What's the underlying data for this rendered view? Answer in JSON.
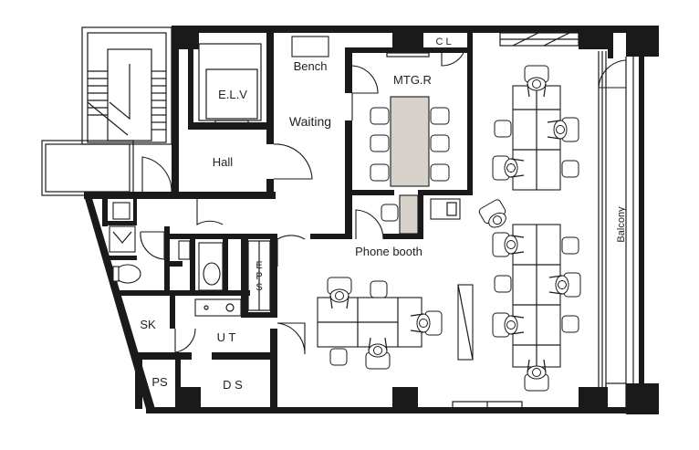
{
  "rooms": {
    "elevator": "E.L.V",
    "hall": "Hall",
    "bench": "Bench",
    "waiting": "Waiting",
    "meeting_room": "MTG.R",
    "closet": "C L",
    "phone_booth": "Phone booth",
    "eps": [
      "E",
      "P",
      "S"
    ],
    "sk": "SK",
    "ut": "U T",
    "ps": "PS",
    "ds": "D S",
    "balcony": "Balcony"
  }
}
